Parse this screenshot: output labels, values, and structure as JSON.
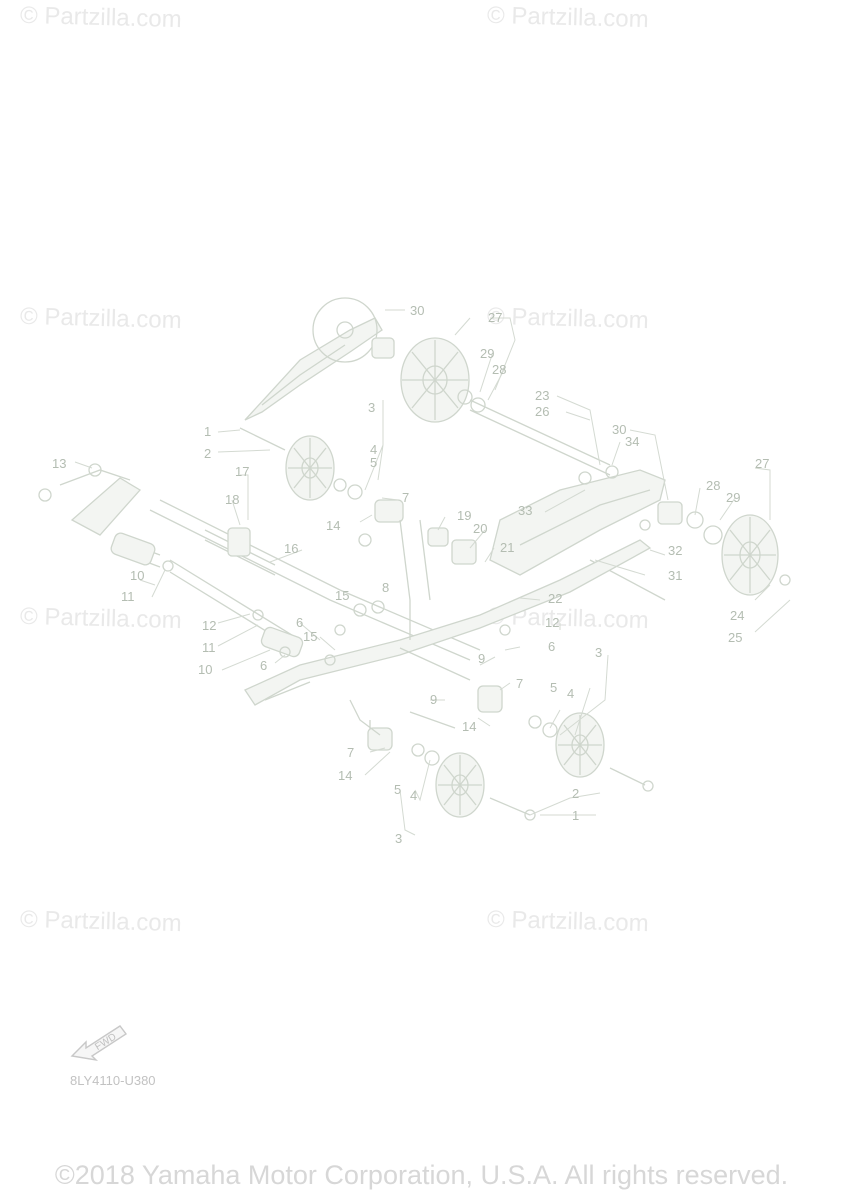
{
  "watermark": {
    "text": "© Partzilla.com"
  },
  "diagram": {
    "code": "8LY4110-U380",
    "fwd_label": "FWD",
    "callouts": [
      "1",
      "2",
      "3",
      "4",
      "5",
      "6",
      "7",
      "8",
      "9",
      "10",
      "11",
      "12",
      "13",
      "14",
      "15",
      "16",
      "17",
      "18",
      "19",
      "20",
      "21",
      "22",
      "23",
      "24",
      "25",
      "26",
      "27",
      "28",
      "29",
      "30",
      "31",
      "32",
      "33",
      "34"
    ]
  },
  "footer": {
    "copyright": "©2018 Yamaha Motor Corporation, U.S.A. All rights reserved."
  },
  "colors": {
    "line": "#cfd6cd",
    "label": "#b4bdb2",
    "watermark": "#e9e9e9"
  }
}
